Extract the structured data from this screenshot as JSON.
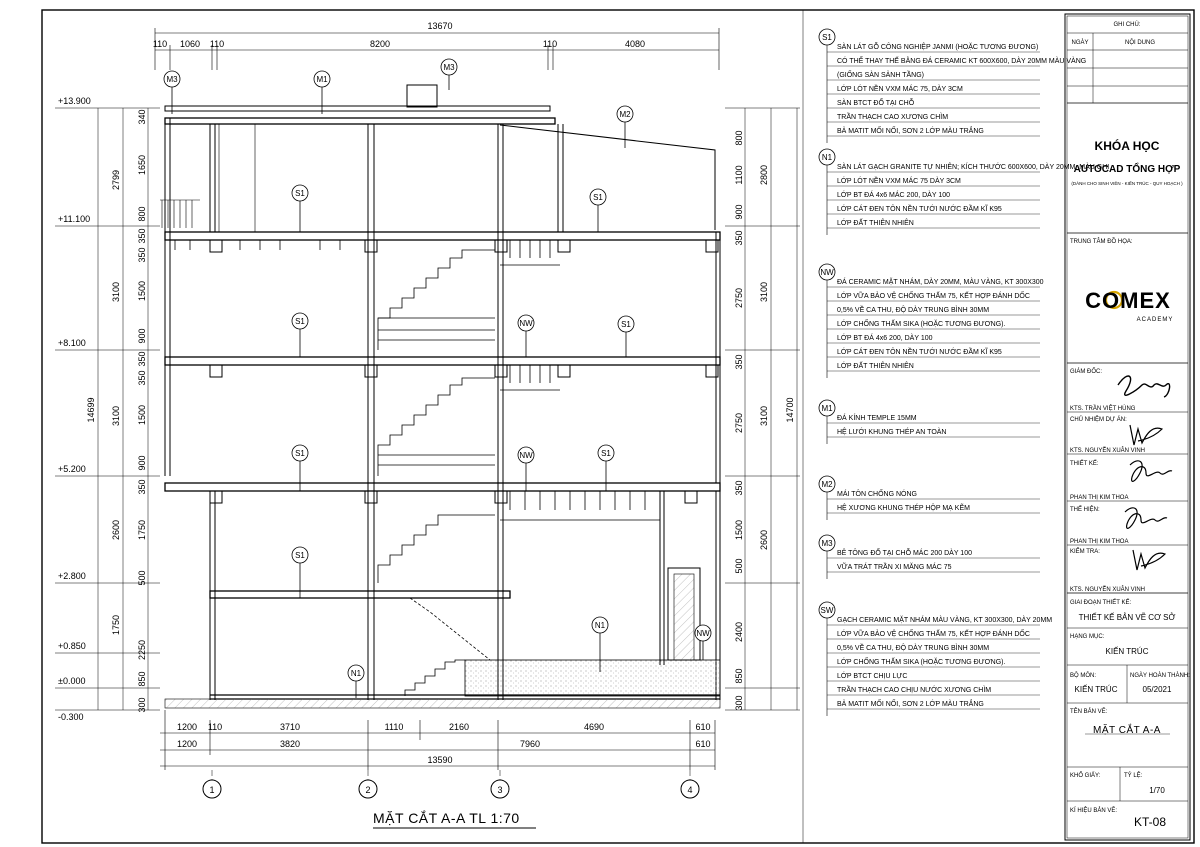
{
  "drawing": {
    "title": "MẶT CẮT A-A TL 1:70",
    "top_dims": {
      "total": "13670",
      "a": "110",
      "b": "1060",
      "c": "110",
      "d": "8200",
      "e": "110",
      "f": "4080"
    },
    "bottom_dims": {
      "row1": [
        "1200",
        "110",
        "3710",
        "1110",
        "2160",
        "4690",
        "610"
      ],
      "row2": [
        "1200",
        "3820",
        "7960",
        "610"
      ],
      "total": "13590"
    },
    "grid_labels": [
      "1",
      "2",
      "3",
      "4"
    ],
    "levels": [
      "+13.900",
      "+11.100",
      "+8.100",
      "+5.200",
      "+2.800",
      "+0.850",
      "±0.000",
      "-0.300"
    ],
    "left_dims_inner": [
      "340",
      "1650",
      "800",
      "350",
      "350",
      "1500",
      "900",
      "350",
      "350",
      "1500",
      "900",
      "350",
      "1750",
      "500",
      "1750",
      "2250",
      "850",
      "300"
    ],
    "left_dims_outer": [
      "2799",
      "3100",
      "3100",
      "2600",
      "14699"
    ],
    "right_dims_inner": [
      "800",
      "1100",
      "900",
      "350",
      "2750",
      "350",
      "2750",
      "350",
      "1500",
      "500",
      "2400",
      "850",
      "300"
    ],
    "right_dims_outer": [
      "2800",
      "3100",
      "3100",
      "2600",
      "14700"
    ],
    "tags": {
      "S1": "S1",
      "M1": "M1",
      "M2": "M2",
      "M3": "M3",
      "N1": "N1",
      "NW": "NW",
      "SW": "SW"
    }
  },
  "legend": [
    {
      "tag": "S1",
      "lines": [
        "SÀN LÁT GỖ CÔNG NGHIỆP JANMI (HOẶC TƯƠNG ĐƯƠNG)",
        "CÓ THỂ THAY THẾ BẰNG ĐÁ CERAMIC KT 600X600, DÀY 20MM MÀU VÀNG",
        "(GIỐNG SÀN SẢNH TẦNG)",
        "LỚP LÓT NỀN VXM MÁC 75, DÀY 3CM",
        "SÀN BTCT ĐỔ TẠI CHỖ",
        "TRẦN THẠCH CAO XƯƠNG CHÌM",
        "BẢ MATIT MỐI NỐI, SƠN 2 LỚP MÀU TRẮNG"
      ]
    },
    {
      "tag": "N1",
      "lines": [
        "SÀN LÁT GẠCH GRANITE TỰ NHIÊN; KÍCH THƯỚC 600X600, DÀY 20MM, MÀU GHI",
        "LỚP LÓT NỀN VXM MÁC 75 DÀY 3CM",
        "LỚP BT ĐÁ 4x6 MÁC 200, DÀY 100",
        "LỚP CÁT ĐEN TÔN NỀN TƯỚI NƯỚC ĐẦM KĨ K95",
        "LỚP ĐẤT THIÊN NHIÊN"
      ]
    },
    {
      "tag": "NW",
      "lines": [
        "ĐÁ CERAMIC MẶT NHÁM, DÀY 20MM, MÀU VÀNG, KT 300X300",
        "LỚP VỮA BẢO VỆ CHỐNG THẤM 75, KẾT HỢP ĐÁNH DỐC",
        "0,5% VỀ CA THU, ĐỘ DÀY TRUNG BÌNH 30MM",
        "LỚP CHỐNG THẤM SIKA (HOẶC TƯƠNG ĐƯƠNG).",
        "LỚP BT ĐÁ 4x6 200, DÀY 100",
        "LỚP CÁT ĐEN TÔN NỀN TƯỚI NƯỚC ĐẦM KĨ K95",
        "LỚP ĐẤT THIÊN NHIÊN"
      ]
    },
    {
      "tag": "M1",
      "lines": [
        "ĐÁ KÍNH TEMPLE 15MM",
        "HỆ LƯỚI KHUNG THÉP AN TOÀN"
      ]
    },
    {
      "tag": "M2",
      "lines": [
        "MÁI TÔN CHỐNG NÓNG",
        "HỆ XƯƠNG KHUNG THÉP HỘP MẠ KẼM"
      ]
    },
    {
      "tag": "M3",
      "lines": [
        "BÊ TÔNG ĐỔ TẠI CHỖ MÁC 200 DÀY 100",
        "VỮA TRÁT TRẦN XI MĂNG MÁC 75"
      ]
    },
    {
      "tag": "SW",
      "lines": [
        "GẠCH CERAMIC MẶT NHÁM MÀU VÀNG, KT 300X300, DÀY 20MM",
        "LỚP VỮA BẢO VỆ CHỐNG THẤM 75, KẾT HỢP ĐÁNH DỐC",
        "0,5% VỀ CA THU, ĐỘ DÀY TRUNG BÌNH 30MM",
        "LỚP CHỐNG THẤM SIKA (HOẶC TƯƠNG ĐƯƠNG).",
        "LỚP BTCT CHỊU LỰC",
        "TRẦN THẠCH CAO CHỊU NƯỚC XƯƠNG CHÌM",
        "BẢ MATIT MỐI NỐI, SƠN 2 LỚP MÀU TRẮNG"
      ]
    }
  ],
  "titleblock": {
    "notes_header": "GHI CHÚ:",
    "col_date": "NGÀY",
    "col_content": "NỘI DUNG",
    "course_title1": "KHÓA HỌC",
    "course_title2": "AUTOCAD TỔNG HỢP",
    "course_sub": "(DÀNH CHO SINH VIÊN - KIẾN TRÚC - QUY HOẠCH )",
    "center_label": "TRUNG TÂM ĐỒ HỌA:",
    "logo_main": "COMEX",
    "logo_sub": "ACADEMY",
    "director_label": "GIÁM ĐỐC:",
    "director_name": "KTS. TRẦN VIỆT HÙNG",
    "pm_label": "CHỦ NHIỆM DỰ ÁN:",
    "pm_name": "KTS. NGUYỄN XUÂN VINH",
    "design_label": "THIẾT KẾ:",
    "design_name": "PHAN THỊ KIM THOA",
    "draw_label": "THỂ HIỆN:",
    "draw_name": "PHAN THỊ KIM THOA",
    "check_label": "KIỂM TRA:",
    "check_name": "KTS. NGUYỄN XUÂN VINH",
    "phase_label": "GIAI ĐOẠN THIẾT KẾ:",
    "phase_value": "THIẾT KẾ BẢN VẼ CƠ SỞ",
    "item_label": "HẠNG MỤC:",
    "item_value": "KIẾN TRÚC",
    "dept_label": "BỘ MÔN:",
    "dept_value": "KIẾN TRÚC",
    "date_label": "NGÀY HOÀN THÀNH:",
    "date_value": "05/2021",
    "drawing_name_label": "TÊN BẢN VẼ:",
    "drawing_name_value": "MẶT CẮT A-A",
    "size_label": "KHỔ GIẤY:",
    "scale_label": "TỶ LỆ:",
    "scale_value": "1/70",
    "sheet_label": "KÍ HIỆU BẢN VẼ:",
    "sheet_value": "KT-08"
  }
}
